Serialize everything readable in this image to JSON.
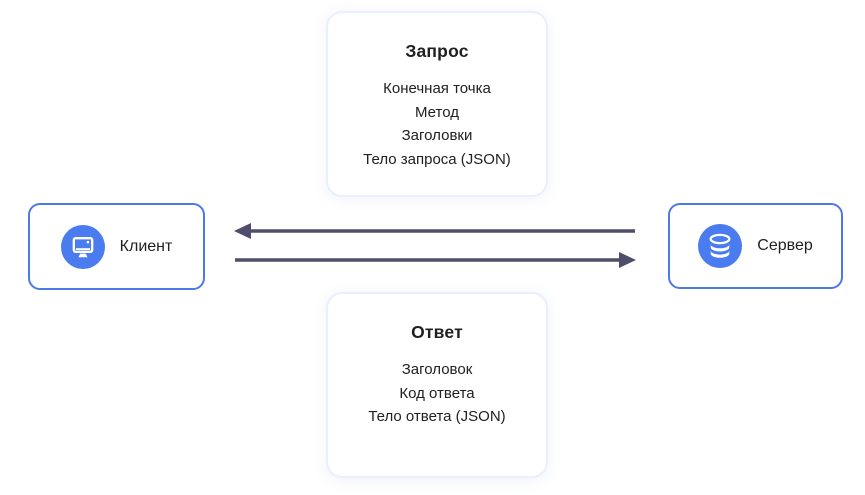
{
  "request_card": {
    "title": "Запрос",
    "items": [
      "Конечная точка",
      "Метод",
      "Заголовки",
      "Тело запроса (JSON)"
    ]
  },
  "response_card": {
    "title": "Ответ",
    "items": [
      "Заголовок",
      "Код ответа",
      "Тело ответа (JSON)"
    ]
  },
  "client_node": {
    "label": "Клиент",
    "icon": "monitor-icon"
  },
  "server_node": {
    "label": "Сервер",
    "icon": "database-icon"
  },
  "arrows": [
    {
      "name": "server-to-client",
      "direction": "left"
    },
    {
      "name": "client-to-server",
      "direction": "right"
    }
  ],
  "colors": {
    "accent_blue": "#4a7cf0",
    "node_border": "#4d78e8",
    "card_border": "#e9effe",
    "arrow": "#4e4d6c",
    "text": "#212123"
  }
}
